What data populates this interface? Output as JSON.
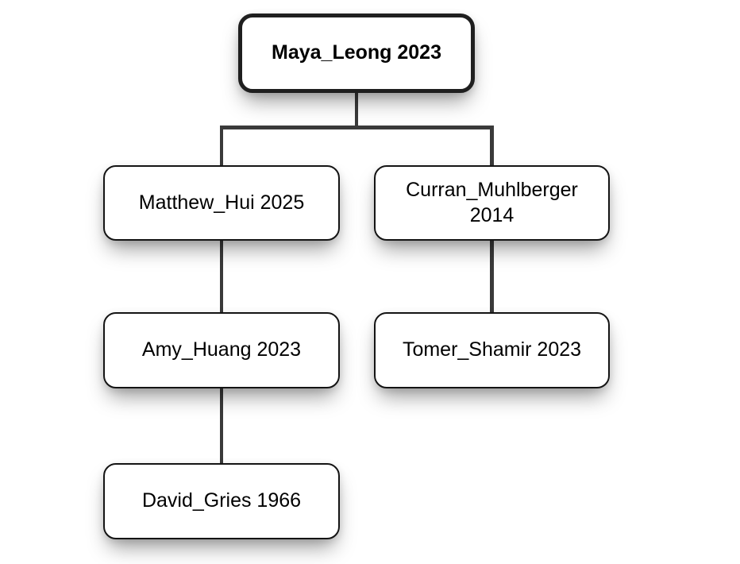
{
  "diagram": {
    "type": "tree",
    "background": "#ffffff",
    "nodes": {
      "root": {
        "label": "Maya_Leong 2023",
        "emphasis": "bold-thick-border"
      },
      "matthew": {
        "label": "Matthew_Hui 2025"
      },
      "curran": {
        "label": "Curran_Muhlberger 2014"
      },
      "amy": {
        "label": "Amy_Huang 2023"
      },
      "tomer": {
        "label": "Tomer_Shamir 2023"
      },
      "david": {
        "label": "David_Gries 1966"
      }
    },
    "edges": [
      {
        "from": "root",
        "to": "matthew"
      },
      {
        "from": "root",
        "to": "curran"
      },
      {
        "from": "matthew",
        "to": "amy"
      },
      {
        "from": "curran",
        "to": "tomer"
      },
      {
        "from": "amy",
        "to": "david"
      }
    ],
    "colors": {
      "node_fill": "#ffffff",
      "node_border": "#141414",
      "root_border": "#1f1f1f",
      "connector": "#3a3a3a",
      "text": "#000000"
    }
  }
}
